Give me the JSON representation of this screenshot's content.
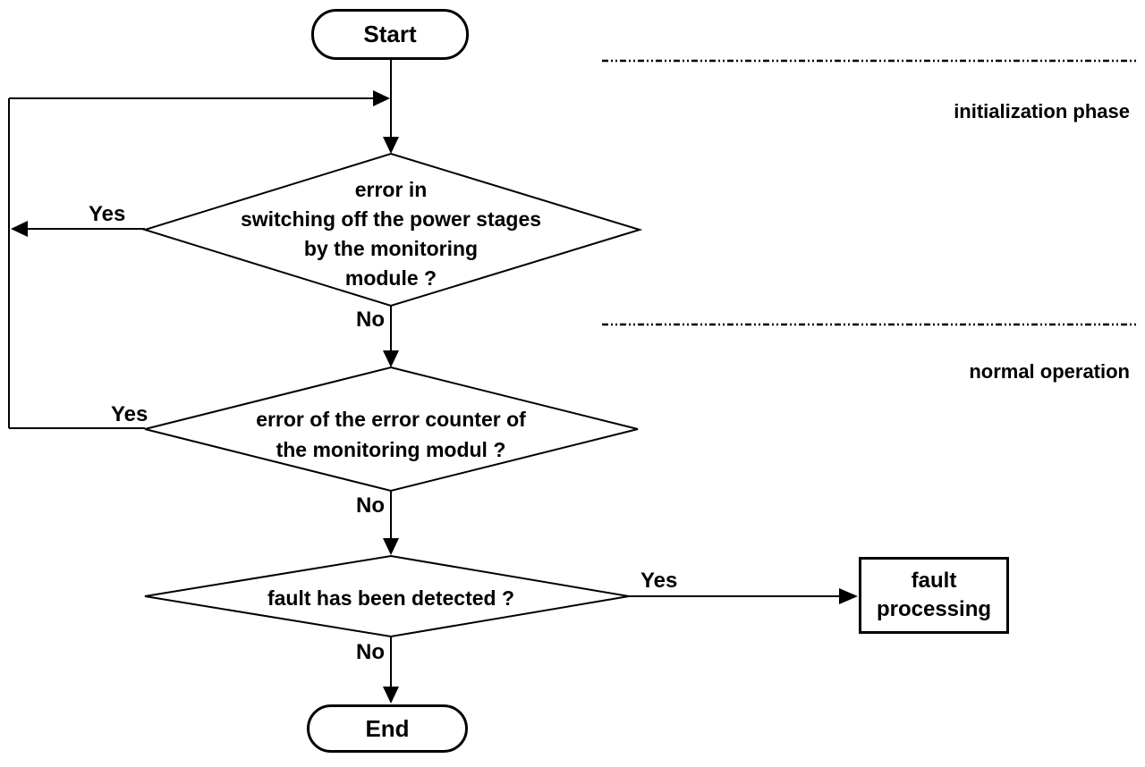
{
  "diagram": {
    "type": "flowchart",
    "nodes": {
      "start": {
        "label": "Start",
        "shape": "terminator"
      },
      "decision1": {
        "label": "error in\nswitching off the power stages\nby the monitoring\nmodule ?",
        "shape": "decision"
      },
      "decision2": {
        "label": "error of the error counter of\nthe monitoring modul ?",
        "shape": "decision"
      },
      "decision3": {
        "label": "fault has been detected ?",
        "shape": "decision"
      },
      "fault_processing": {
        "label": "fault\nprocessing",
        "shape": "process"
      },
      "end": {
        "label": "End",
        "shape": "terminator"
      }
    },
    "edge_labels": {
      "d1_yes": "Yes",
      "d1_no": "No",
      "d2_yes": "Yes",
      "d2_no": "No",
      "d3_yes": "Yes",
      "d3_no": "No"
    },
    "edges": [
      {
        "from": "start",
        "to": "decision1",
        "label": ""
      },
      {
        "from": "decision1",
        "to": "feedback-line",
        "label": "Yes"
      },
      {
        "from": "decision1",
        "to": "decision2",
        "label": "No"
      },
      {
        "from": "decision2",
        "to": "feedback-line",
        "label": "Yes"
      },
      {
        "from": "decision2",
        "to": "decision3",
        "label": "No"
      },
      {
        "from": "decision3",
        "to": "fault_processing",
        "label": "Yes"
      },
      {
        "from": "decision3",
        "to": "end",
        "label": "No"
      },
      {
        "from": "feedback-line",
        "to": "decision1",
        "label": ""
      }
    ],
    "phases": {
      "initialization": "initialization phase",
      "normal": "normal operation"
    },
    "colors": {
      "stroke": "#000000",
      "background": "#ffffff"
    }
  }
}
